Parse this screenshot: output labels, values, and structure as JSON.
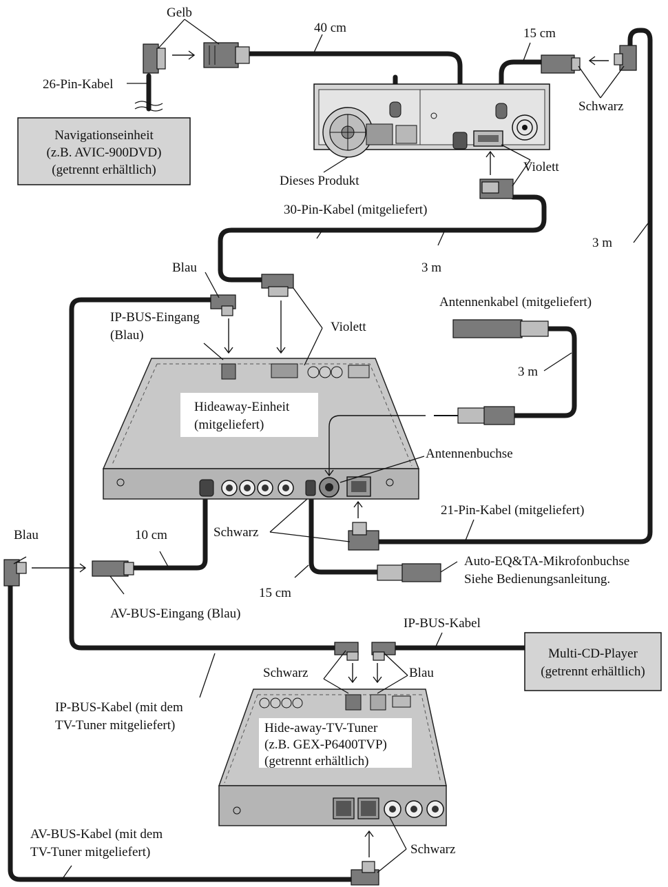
{
  "labels": {
    "gelb": "Gelb",
    "cm40": "40 cm",
    "cm15_top": "15 cm",
    "pin26": "26-Pin-Kabel",
    "schwarz_top": "Schwarz",
    "dieses_produkt": "Dieses Produkt",
    "violett_top": "Violett",
    "pin30": "30-Pin-Kabel (mitgeliefert)",
    "m3_right": "3 m",
    "m3_mid": "3 m",
    "blau_top": "Blau",
    "antennenkabel": "Antennenkabel (mitgeliefert)",
    "ipbus_in_1": "IP-BUS-Eingang",
    "ipbus_in_2": "(Blau)",
    "violett_mid": "Violett",
    "m3_ant": "3 m",
    "antennenbuchse": "Antennenbuchse",
    "pin21": "21-Pin-Kabel (mitgeliefert)",
    "blau_left": "Blau",
    "cm10": "10 cm",
    "schwarz_mid": "Schwarz",
    "mic_1": "Auto-EQ&TA-Mikrofonbuchse",
    "mic_2": "Siehe Bedienungsanleitung.",
    "cm15_bot": "15 cm",
    "avbus_in": "AV-BUS-Eingang (Blau)",
    "ipbus_kabel": "IP-BUS-Kabel",
    "schwarz_low": "Schwarz",
    "blau_low": "Blau",
    "ipbus_tv_1": "IP-BUS-Kabel (mit dem",
    "ipbus_tv_2": "TV-Tuner mitgeliefert)",
    "avbus_tv_1": "AV-BUS-Kabel (mit dem",
    "avbus_tv_2": "TV-Tuner mitgeliefert)",
    "schwarz_bottom": "Schwarz"
  },
  "boxes": {
    "navigation": [
      "Navigationseinheit",
      "(z.B. AVIC-900DVD)",
      "(getrennt erhältlich)"
    ],
    "hideaway": [
      "Hideaway-Einheit",
      "(mitgeliefert)"
    ],
    "tvtuner": [
      "Hide-away-TV-Tuner",
      "(z.B. GEX-P6400TVP)",
      "(getrennt erhältlich)"
    ],
    "multicd": [
      "Multi-CD-Player",
      "(getrennt erhältlich)"
    ]
  }
}
